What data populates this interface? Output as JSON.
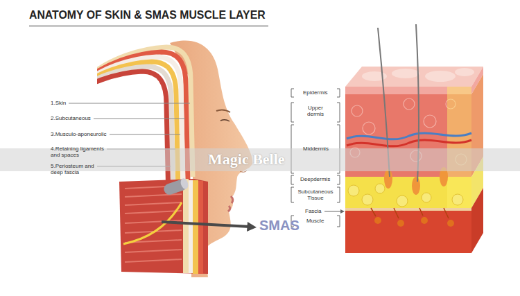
{
  "diagram": {
    "title": "ANATOMY OF SKIN & SMAS MUSCLE LAYER",
    "labels": [
      "1.Skin",
      "2.Subcutaneous",
      "3.Musculo-aponeurolic",
      "4.Retaining ligaments and spaces",
      "5.Periosteum and deep fascia",
      "SMAS",
      "Epidermis",
      "Upper dermis",
      "Middermis",
      "Deepdermis",
      "Subcutaneous Tissue",
      "Fascia",
      "Muscle",
      "Magic Belle"
    ]
  }
}
